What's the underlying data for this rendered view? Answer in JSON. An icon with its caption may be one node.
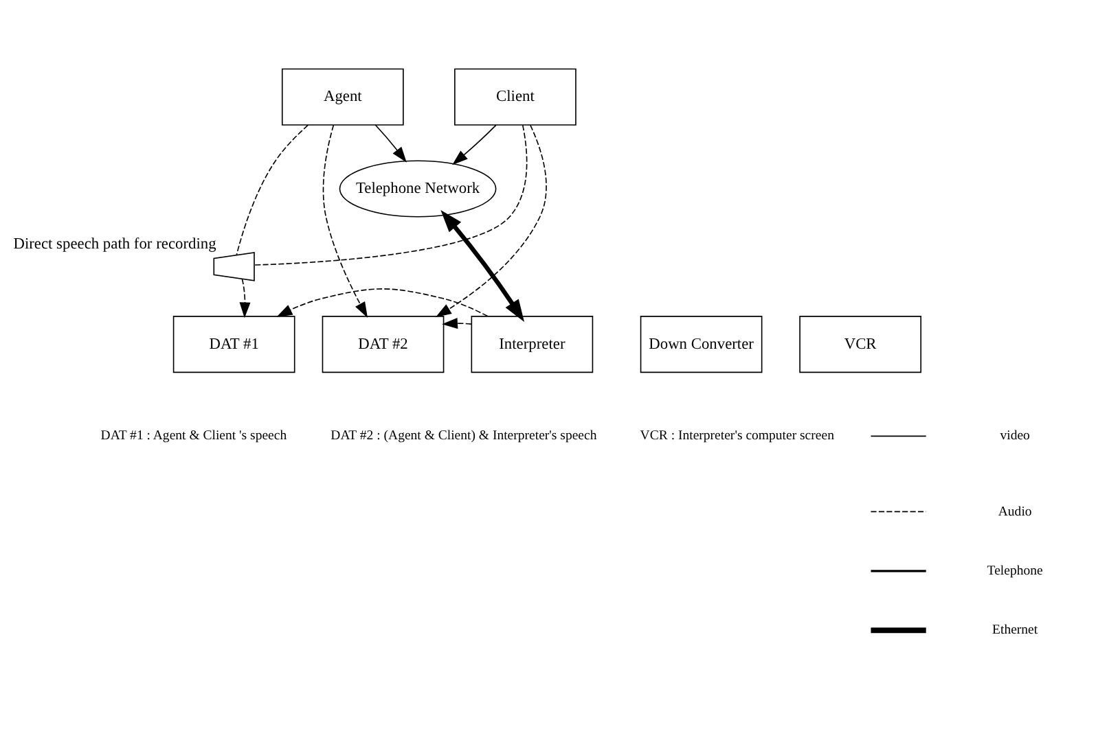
{
  "diagram": {
    "nodes": [
      {
        "text": [
          "Agent"
        ]
      },
      {
        "text": [
          "Client"
        ]
      },
      {
        "text": [
          "Telephone Network"
        ]
      },
      {
        "text": [],
        "shape": "trapezium",
        "beside": [
          "Direct speech path for recording"
        ]
      },
      {
        "text": [
          "DAT #1"
        ]
      },
      {
        "text": [
          "DAT #2"
        ]
      },
      {
        "text": [
          "Interpreter"
        ]
      },
      {
        "text": [
          "Down Converter"
        ]
      },
      {
        "text": [
          "VCR"
        ]
      }
    ],
    "edges": [
      {
        "from": 0,
        "to": 2,
        "arrow": "to"
      },
      {
        "from": 1,
        "to": 2,
        "arrow": "to"
      },
      {
        "from": 6,
        "to": 2,
        "arrow": "both",
        "style": "thick"
      },
      {
        "from": 0,
        "to": 5,
        "arrow": "to",
        "style": "dashed"
      },
      {
        "from": 0,
        "to": 3,
        "arrow": "none",
        "style": "dashed"
      },
      {
        "from": 1,
        "to": 5,
        "arrow": "to",
        "style": "dashed"
      },
      {
        "from": 1,
        "to": 3,
        "arrow": "none",
        "style": "dashed"
      },
      {
        "from": 3,
        "to": 4,
        "arrow": "to",
        "style": "dashed"
      },
      {
        "from": 6,
        "to": 4,
        "arrow": "to",
        "style": "dashed"
      },
      {
        "from": 6,
        "to": 5,
        "arrow": "to",
        "style": "dashed"
      }
    ],
    "labels": [
      "DAT #1 : Agent & Client 's speech",
      "DAT #2 : (Agent & Client) & Interpreter's speech",
      "VCR : Interpreter's computer screen"
    ],
    "legend": [
      {
        "text": "video"
      },
      {
        "text": "Audio"
      },
      {
        "text": "Telephone"
      },
      {
        "text": "Ethernet"
      }
    ]
  }
}
